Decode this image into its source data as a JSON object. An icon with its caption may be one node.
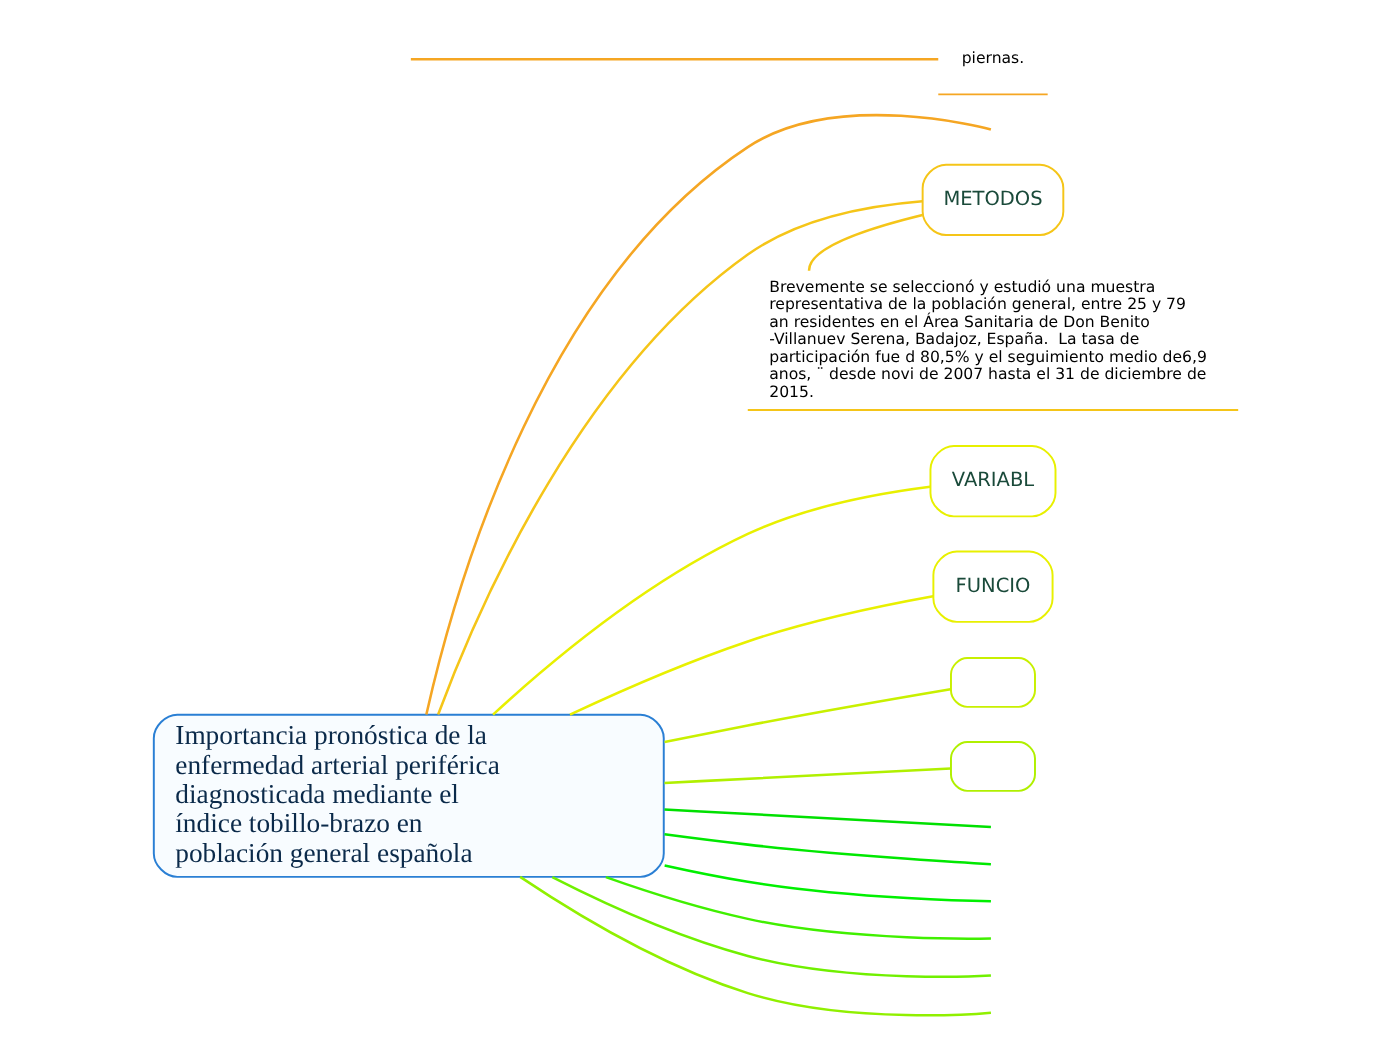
{
  "diagram": {
    "nodes": [
      {
        "text": [
          "Importancia pronóstica de la enfermedad arterial periférica diagnosticada mediante el índice tobillo-brazo en población general española"
        ]
      },
      {
        "text": [
          "piernas."
        ]
      },
      {
        "text": [
          "METODOS"
        ]
      },
      {
        "text": [
          "Brevemente se seleccionó y estudió una muestra representativa de la población general, entre 25 y 79 an residentes en el Área Sanitaria de Don Benito -Villanuev Serena, Badajoz, España.  La tasa de participación fue d 80,5% y el seguimiento medio de6,9 anos, ¨ desde novi de 2007 hasta el 31 de diciembre de 2015."
        ]
      },
      {
        "text": [
          "VARIABL"
        ]
      },
      {
        "text": [
          "FUNCIO"
        ]
      },
      {
        "text": [],
        "shape": "box"
      },
      {
        "text": [],
        "shape": "box"
      }
    ],
    "edges": [
      {
        "from": 0,
        "to": null,
        "arrow": "none",
        "color": "#f5a623"
      },
      {
        "from": null,
        "to": 1,
        "arrow": "none",
        "color": "#f5a623"
      },
      {
        "from": 0,
        "to": 2,
        "arrow": "none",
        "color": "#f5c518"
      },
      {
        "from": 2,
        "to": 3,
        "arrow": "none",
        "color": "#f5c518"
      },
      {
        "from": 0,
        "to": 4,
        "arrow": "none",
        "color": "#e8f000"
      },
      {
        "from": 0,
        "to": 5,
        "arrow": "none",
        "color": "#e8f000"
      },
      {
        "from": 0,
        "to": 6,
        "arrow": "none",
        "color": "#c8f000"
      },
      {
        "from": 0,
        "to": 7,
        "arrow": "none",
        "color": "#b0f000"
      },
      {
        "from": 0,
        "to": null,
        "arrow": "none",
        "color": "#90f000"
      },
      {
        "from": 0,
        "to": null,
        "arrow": "none",
        "color": "#70f000"
      },
      {
        "from": 0,
        "to": null,
        "arrow": "none",
        "color": "#40f000"
      },
      {
        "from": 0,
        "to": null,
        "arrow": "none",
        "color": "#00f000"
      },
      {
        "from": 0,
        "to": null,
        "arrow": "none",
        "color": "#00e800"
      },
      {
        "from": 0,
        "to": null,
        "arrow": "none",
        "color": "#00e000"
      }
    ]
  }
}
